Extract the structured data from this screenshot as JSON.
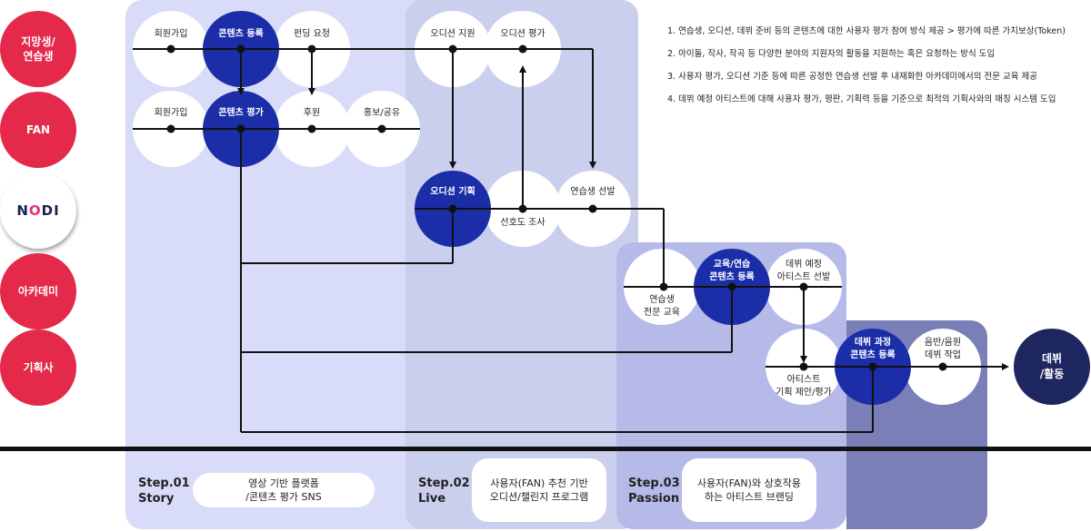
{
  "actors": [
    {
      "label_line1": "지망생/",
      "label_line2": "연습생"
    },
    {
      "label_line1": "FAN"
    },
    {
      "logo_text": "NODI"
    },
    {
      "label_line1": "아카데미"
    },
    {
      "label_line1": "기획사"
    }
  ],
  "colors": {
    "actor": "#e4294b",
    "node_highlight": "#1b2ea8",
    "node_final": "#1e2660"
  },
  "nodes": {
    "signup1": "회원가입",
    "content_register": "콘텐츠 등록",
    "funding_request": "펀딩 요청",
    "signup2": "회원가입",
    "content_eval": "콘텐츠 평가",
    "sponsor": "후원",
    "promo_share": "홍보/공유",
    "audition_apply": "오디션 지원",
    "audition_eval": "오디션 평가",
    "audition_plan": "오디션 기획",
    "preference_survey": "선호도 조사",
    "trainee_select": "연습생 선발",
    "trainee_edu_1": "연습생",
    "trainee_edu_2": "전문 교육",
    "edu_content_1": "교육/연습",
    "edu_content_2": "콘텐츠 등록",
    "debut_select_1": "데뷔 예정",
    "debut_select_2": "아티스트 선발",
    "artist_proposal_1": "아티스트",
    "artist_proposal_2": "기획 제안/평가",
    "debut_content_1": "데뷔 과정",
    "debut_content_2": "콘텐츠 등록",
    "album_1": "음반/음원",
    "album_2": "데뷔 작업",
    "debut_1": "데뷔",
    "debut_2": "/활동"
  },
  "notes": [
    "1.  연습생, 오디션, 데뷔 준비 등의 콘텐츠에 대한 사용자 평가 참여 방식 제공 > 평가에 따른 가치보상(Token)",
    "2.  아이돌, 작사, 작곡 등 다양한 분야의 지원자의 활동을 지원하는 혹은 요청하는 방식 도입",
    "3.  사용자 평가, 오디션 기준 등에 따른 공정한 연습생 선발 후 내재화한 아카데미에서의 전문 교육 제공",
    "4.  데뷔 예정 아티스트에 대해 사용자 평가, 평판, 기획력 등을 기준으로 최적의 기획사와의 매칭 시스템 도입"
  ],
  "steps": [
    {
      "num": "Step.01",
      "name": "Story",
      "desc1": "영상 기반 플랫폼",
      "desc2": "/콘텐츠 평가 SNS"
    },
    {
      "num": "Step.02",
      "name": "Live",
      "desc1": "사용자(FAN) 추천 기반",
      "desc2": "오디션/챌린지 프로그램"
    },
    {
      "num": "Step.03",
      "name": "Passion",
      "desc1": "사용자(FAN)와 상호작용",
      "desc2": "하는 아티스트 브랜딩"
    }
  ]
}
